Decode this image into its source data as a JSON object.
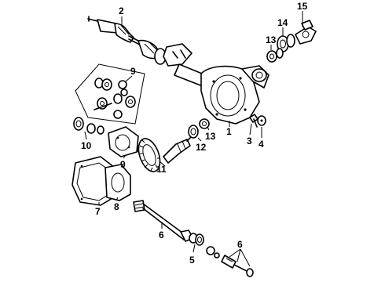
{
  "callouts": {
    "axle_shaft_upper": "2",
    "yoke": "15",
    "seal_upper": "14",
    "bearing_upper": "13",
    "gear_kit": "9",
    "housing": "1",
    "bolt": "3",
    "washer": "4",
    "pinion_bearing": "12",
    "pinion_race": "13",
    "case_bearing": "10",
    "diff_case": "9",
    "ring_pinion": "11",
    "gasket": "7",
    "cover": "8",
    "axle_shaft_lower": "6",
    "shaft_seal": "5",
    "shaft_bearing_group": "6"
  },
  "colors": {
    "line": "#000000",
    "background": "#ffffff"
  }
}
